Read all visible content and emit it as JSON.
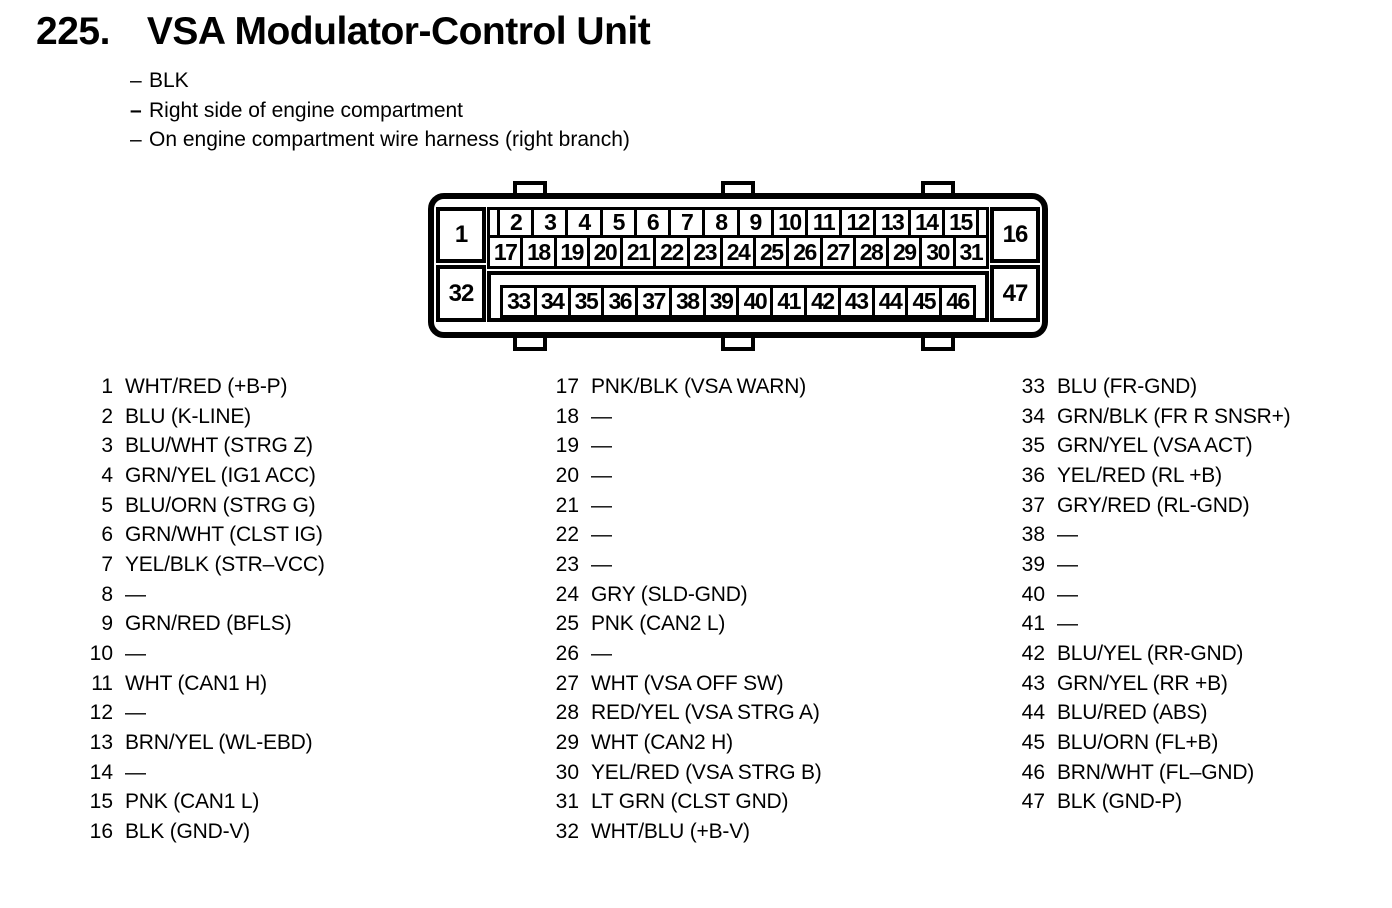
{
  "header": {
    "number": "225.",
    "title": "VSA Modulator-Control Unit"
  },
  "notes": {
    "prefix": "–",
    "items": [
      "BLK",
      "Right side of engine compartment",
      "On engine compartment wire harness (right branch)"
    ]
  },
  "connector": {
    "big_pins": {
      "top_left": "1",
      "bottom_left": "32",
      "top_right": "16",
      "bottom_right": "47"
    },
    "row_top": [
      "2",
      "3",
      "4",
      "5",
      "6",
      "7",
      "8",
      "9",
      "10",
      "11",
      "12",
      "13",
      "14",
      "15"
    ],
    "row_middle": [
      "17",
      "18",
      "19",
      "20",
      "21",
      "22",
      "23",
      "24",
      "25",
      "26",
      "27",
      "28",
      "29",
      "30",
      "31"
    ],
    "row_bottom": [
      "33",
      "34",
      "35",
      "36",
      "37",
      "38",
      "39",
      "40",
      "41",
      "42",
      "43",
      "44",
      "45",
      "46"
    ]
  },
  "legend": {
    "empty_marker": "—",
    "columns": [
      {
        "pins": [
          {
            "num": "1",
            "label": "WHT/RED (+B-P)"
          },
          {
            "num": "2",
            "label": "BLU (K-LINE)"
          },
          {
            "num": "3",
            "label": "BLU/WHT (STRG Z)"
          },
          {
            "num": "4",
            "label": "GRN/YEL (IG1 ACC)"
          },
          {
            "num": "5",
            "label": "BLU/ORN (STRG G)"
          },
          {
            "num": "6",
            "label": "GRN/WHT (CLST IG)"
          },
          {
            "num": "7",
            "label": "YEL/BLK (STR–VCC)"
          },
          {
            "num": "8",
            "label": "—"
          },
          {
            "num": "9",
            "label": "GRN/RED (BFLS)"
          },
          {
            "num": "10",
            "label": "—"
          },
          {
            "num": "11",
            "label": "WHT (CAN1 H)"
          },
          {
            "num": "12",
            "label": "—"
          },
          {
            "num": "13",
            "label": "BRN/YEL (WL-EBD)"
          },
          {
            "num": "14",
            "label": "—"
          },
          {
            "num": "15",
            "label": "PNK (CAN1 L)"
          },
          {
            "num": "16",
            "label": "BLK (GND-V)"
          }
        ]
      },
      {
        "pins": [
          {
            "num": "17",
            "label": "PNK/BLK (VSA WARN)"
          },
          {
            "num": "18",
            "label": "—"
          },
          {
            "num": "19",
            "label": "—"
          },
          {
            "num": "20",
            "label": "—"
          },
          {
            "num": "21",
            "label": "—"
          },
          {
            "num": "22",
            "label": "—"
          },
          {
            "num": "23",
            "label": "—"
          },
          {
            "num": "24",
            "label": "GRY (SLD-GND)"
          },
          {
            "num": "25",
            "label": "PNK (CAN2 L)"
          },
          {
            "num": "26",
            "label": "—"
          },
          {
            "num": "27",
            "label": "WHT (VSA OFF SW)"
          },
          {
            "num": "28",
            "label": "RED/YEL (VSA STRG A)"
          },
          {
            "num": "29",
            "label": "WHT (CAN2 H)"
          },
          {
            "num": "30",
            "label": "YEL/RED (VSA STRG B)"
          },
          {
            "num": "31",
            "label": "LT GRN (CLST GND)"
          },
          {
            "num": "32",
            "label": "WHT/BLU (+B-V)"
          }
        ]
      },
      {
        "pins": [
          {
            "num": "33",
            "label": "BLU (FR-GND)"
          },
          {
            "num": "34",
            "label": "GRN/BLK (FR R SNSR+)"
          },
          {
            "num": "35",
            "label": "GRN/YEL (VSA ACT)"
          },
          {
            "num": "36",
            "label": "YEL/RED (RL +B)"
          },
          {
            "num": "37",
            "label": "GRY/RED (RL-GND)"
          },
          {
            "num": "38",
            "label": "—"
          },
          {
            "num": "39",
            "label": "—"
          },
          {
            "num": "40",
            "label": "—"
          },
          {
            "num": "41",
            "label": "—"
          },
          {
            "num": "42",
            "label": "BLU/YEL (RR-GND)"
          },
          {
            "num": "43",
            "label": "GRN/YEL (RR +B)"
          },
          {
            "num": "44",
            "label": "BLU/RED (ABS)"
          },
          {
            "num": "45",
            "label": "BLU/ORN (FL+B)"
          },
          {
            "num": "46",
            "label": "BRN/WHT (FL–GND)"
          },
          {
            "num": "47",
            "label": "BLK (GND-P)"
          }
        ]
      }
    ]
  },
  "colors": {
    "ink": "#000000",
    "paper": "#ffffff"
  }
}
